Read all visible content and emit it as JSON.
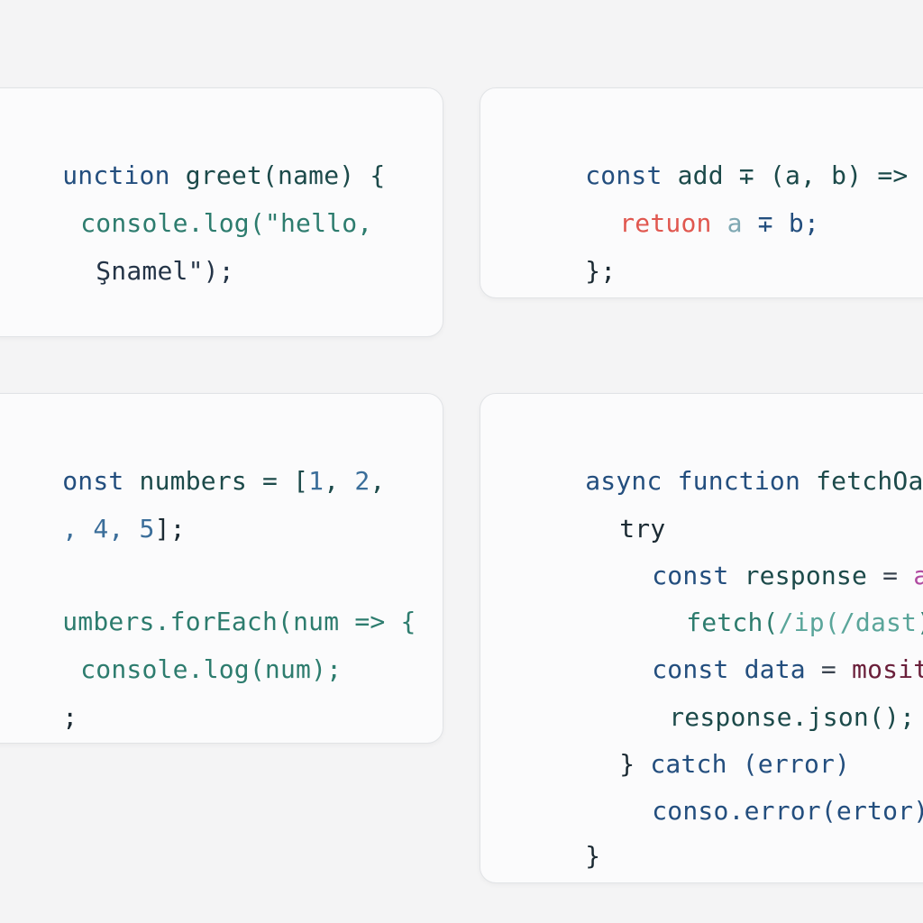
{
  "snippets": [
    {
      "lines": [
        [
          "unction greet(name) {"
        ],
        [
          "  console.log(\"hello,"
        ],
        [
          "   Şnamel\");"
        ],
        [
          ""
        ]
      ]
    },
    {
      "lines": [
        [
          "const add ∓ (a, b) => {"
        ],
        [
          "  retuon a ∓ b;"
        ],
        [
          "};"
        ]
      ]
    },
    {
      "lines": [
        [
          "onst numbers = [1, 2,"
        ],
        [
          ", 4, 5];"
        ],
        [
          ""
        ],
        [
          "umbers.forEach(num => {"
        ],
        [
          "  console.log(num);"
        ],
        [
          ";"
        ]
      ]
    },
    {
      "lines": [
        [
          "async function fetchOata"
        ],
        [
          "  try"
        ],
        [
          "    const response = amga"
        ],
        [
          "      fetch(/ip(/dast);"
        ],
        [
          "    const data = mosit"
        ],
        [
          "     response.json();"
        ],
        [
          "  } catch (error)"
        ],
        [
          "    conso.error(ertor)"
        ],
        [
          "}"
        ]
      ]
    }
  ],
  "tokens": {
    "c1l1a": "unction",
    "c1l1b": " greet(name) {",
    "c1l2a": "console.log(\"hello,",
    "c1l3a": "Şnamel\");",
    "c2l1a": "const",
    "c2l1b": " add ∓ (a, b) => {",
    "c2l2a": "retuon",
    "c2l2b": " a",
    "c2l2c": " ∓ b;",
    "c2l3a": "};",
    "c3l1a": "onst",
    "c3l1b": " numbers = [",
    "c3l1c": "1",
    "c3l1d": ", ",
    "c3l1e": "2",
    "c3l1f": ",",
    "c3l2a": ", ",
    "c3l2b": "4",
    "c3l2c": ", ",
    "c3l2d": "5",
    "c3l2e": "];",
    "c3l3a": "umbers.forEach(num => {",
    "c3l4a": "console.log(num);",
    "c3l5a": ";",
    "c4l1a": "async function",
    "c4l1b": " fetchOata",
    "c4l2a": "try",
    "c4l3a": "const",
    "c4l3b": " response",
    "c4l3c": " = ",
    "c4l3d": "amga",
    "c4l4a": "fetch(",
    "c4l4b": "/ip(/dast",
    "c4l4c": ");",
    "c4l5a": "const",
    "c4l5b": " data",
    "c4l5c": " = ",
    "c4l5d": "mosit",
    "c4l6a": "response.json();",
    "c4l7a": "} ",
    "c4l7b": "catch",
    "c4l7c": " (error)",
    "c4l8a": "conso.error(ertor)",
    "c4l9a": "}"
  }
}
